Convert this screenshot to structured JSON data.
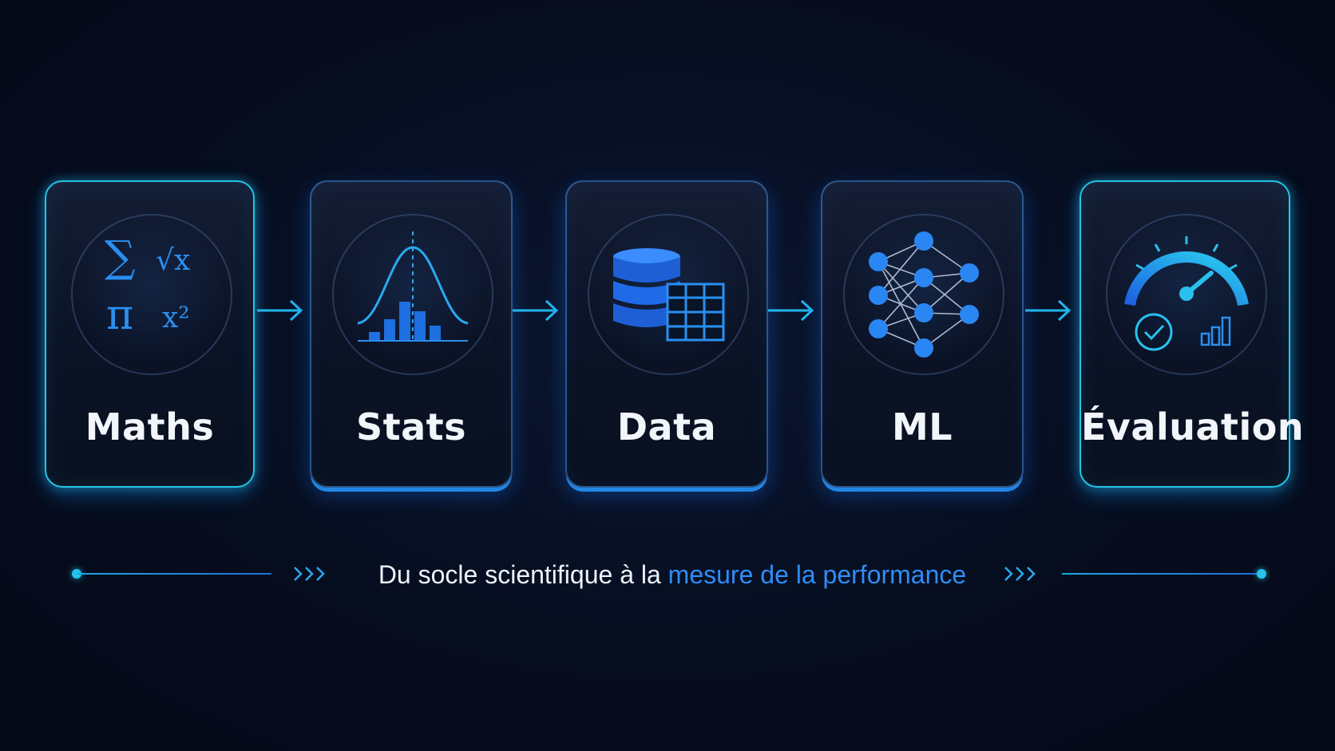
{
  "steps": [
    {
      "label": "Maths",
      "icon": "math-symbols-icon",
      "symbols": [
        "∑",
        "√x",
        "π",
        "x²"
      ]
    },
    {
      "label": "Stats",
      "icon": "bell-curve-histogram-icon"
    },
    {
      "label": "Data",
      "icon": "database-table-icon"
    },
    {
      "label": "ML",
      "icon": "neural-network-icon"
    },
    {
      "label": "Évaluation",
      "icon": "speedometer-gauge-icon"
    }
  ],
  "tagline": {
    "prefix": "Du socle scientifique à la ",
    "highlight": "mesure de la performance"
  },
  "colors": {
    "background": "#050b1a",
    "accent_cyan": "#22c6e8",
    "accent_blue": "#1d6fd6",
    "highlight_text": "#2f8df5",
    "label_text": "#f2f6fb"
  }
}
